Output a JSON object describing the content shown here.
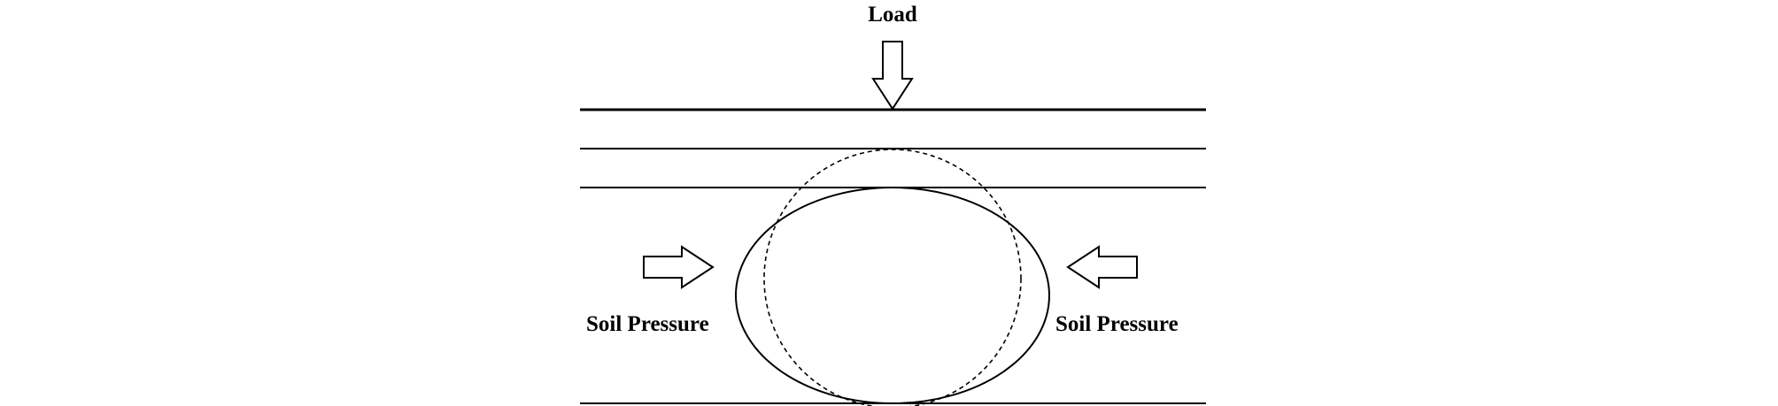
{
  "labels": {
    "load": "Load",
    "soil_pressure_left": "Soil Pressure",
    "soil_pressure_right": "Soil Pressure"
  },
  "colors": {
    "stroke": "#000000",
    "arrow_fill": "#ffffff",
    "background": "#ffffff"
  }
}
